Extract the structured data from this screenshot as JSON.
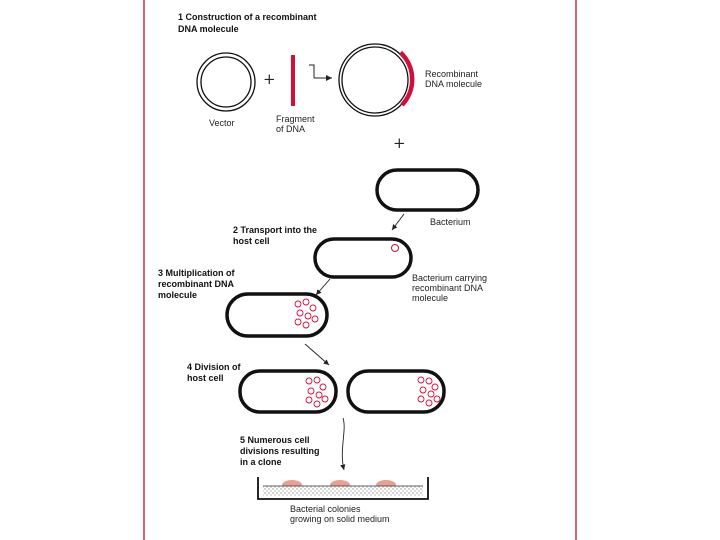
{
  "steps": {
    "s1_line1": "1 Construction of a recombinant",
    "s1_line2": "DNA molecule",
    "s2_line1": "2 Transport into the",
    "s2_line2": "host cell",
    "s3_line1": "3 Multiplication of",
    "s3_line2": "recombinant DNA",
    "s3_line3": "molecule",
    "s4_line1": "4 Division of",
    "s4_line2": "host cell",
    "s5_line1": "5 Numerous cell",
    "s5_line2": "divisions resulting",
    "s5_line3": "in a clone"
  },
  "labels": {
    "vector": "Vector",
    "fragment_line1": "Fragment",
    "fragment_line2": "of DNA",
    "recombinant_line1": "Recombinant",
    "recombinant_line2": "DNA molecule",
    "bacterium": "Bacterium",
    "carrying_line1": "Bacterium carrying",
    "carrying_line2": "recombinant DNA",
    "carrying_line3": "molecule",
    "colonies_line1": "Bacterial colonies",
    "colonies_line2": "growing on solid medium"
  },
  "symbols": {
    "plus1": "+",
    "plus2": "+"
  },
  "colors": {
    "dna_red": "#d0103a",
    "frame_red": "#c8324a",
    "colony": "#e8a090",
    "ink": "#111111"
  }
}
